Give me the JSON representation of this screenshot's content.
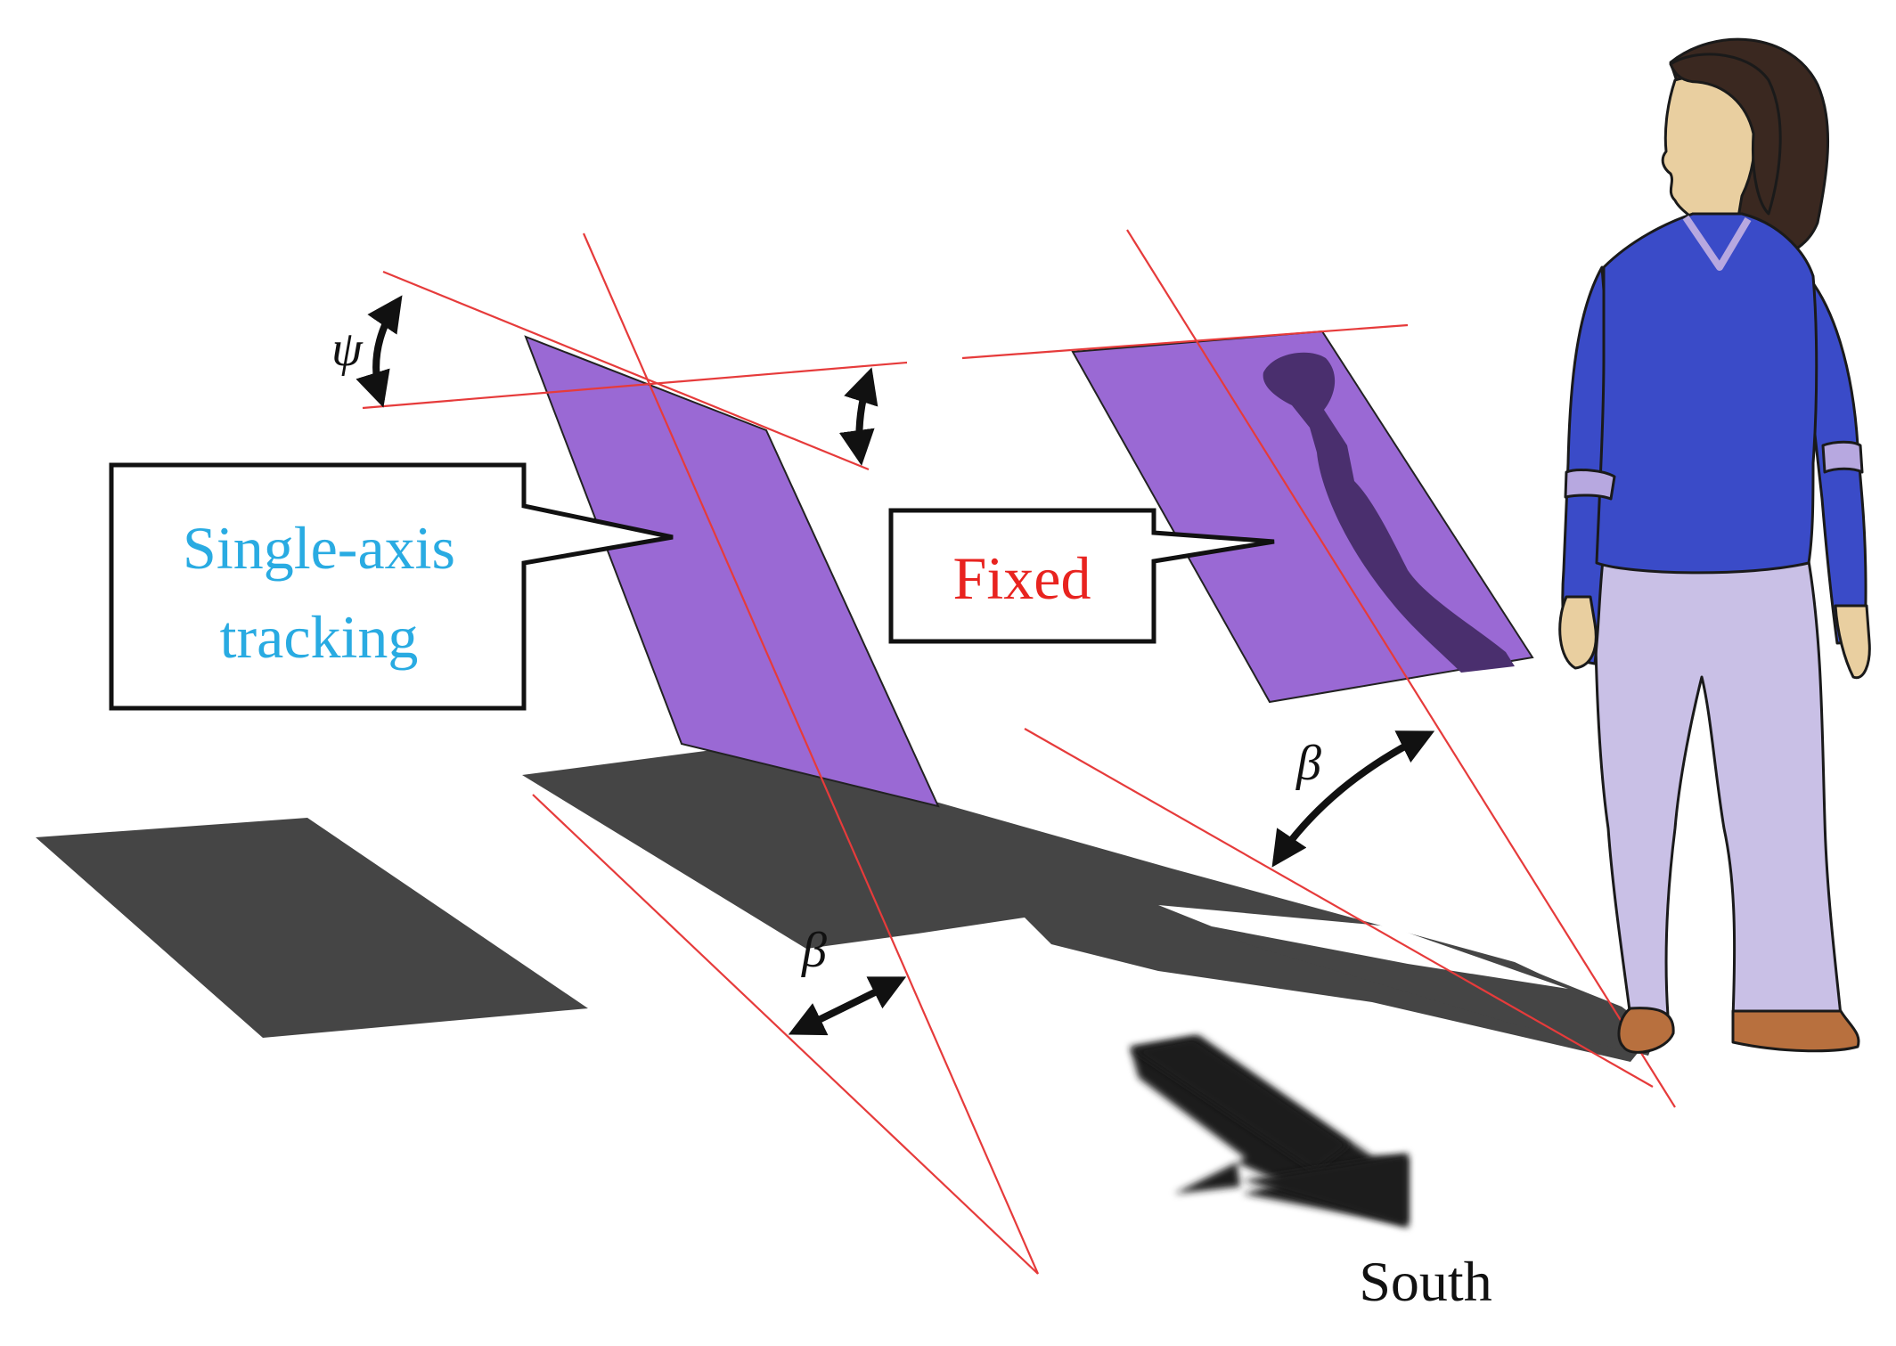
{
  "labels": {
    "single_axis_line1": "Single-axis",
    "single_axis_line2": "tracking",
    "fixed": "Fixed",
    "psi": "ψ",
    "beta_1": "β",
    "beta_2": "β",
    "south": "South"
  },
  "colors": {
    "panel": "#9a69d4",
    "panel_reflection": "#4a2f6e",
    "shadow": "#454545",
    "guide_line": "#e63b3b",
    "single_axis_text": "#29abe2",
    "fixed_text": "#e8231f",
    "arrow": "#111111",
    "shirt": "#3a4bc8",
    "pants": "#c9c0e6",
    "skin": "#e9cfa0",
    "hair": "#3a2820",
    "shoes": "#b8703e"
  },
  "icons": {
    "south_arrow": "arrow-down-right-icon",
    "angle_arrow": "double-headed-arrow-icon"
  }
}
